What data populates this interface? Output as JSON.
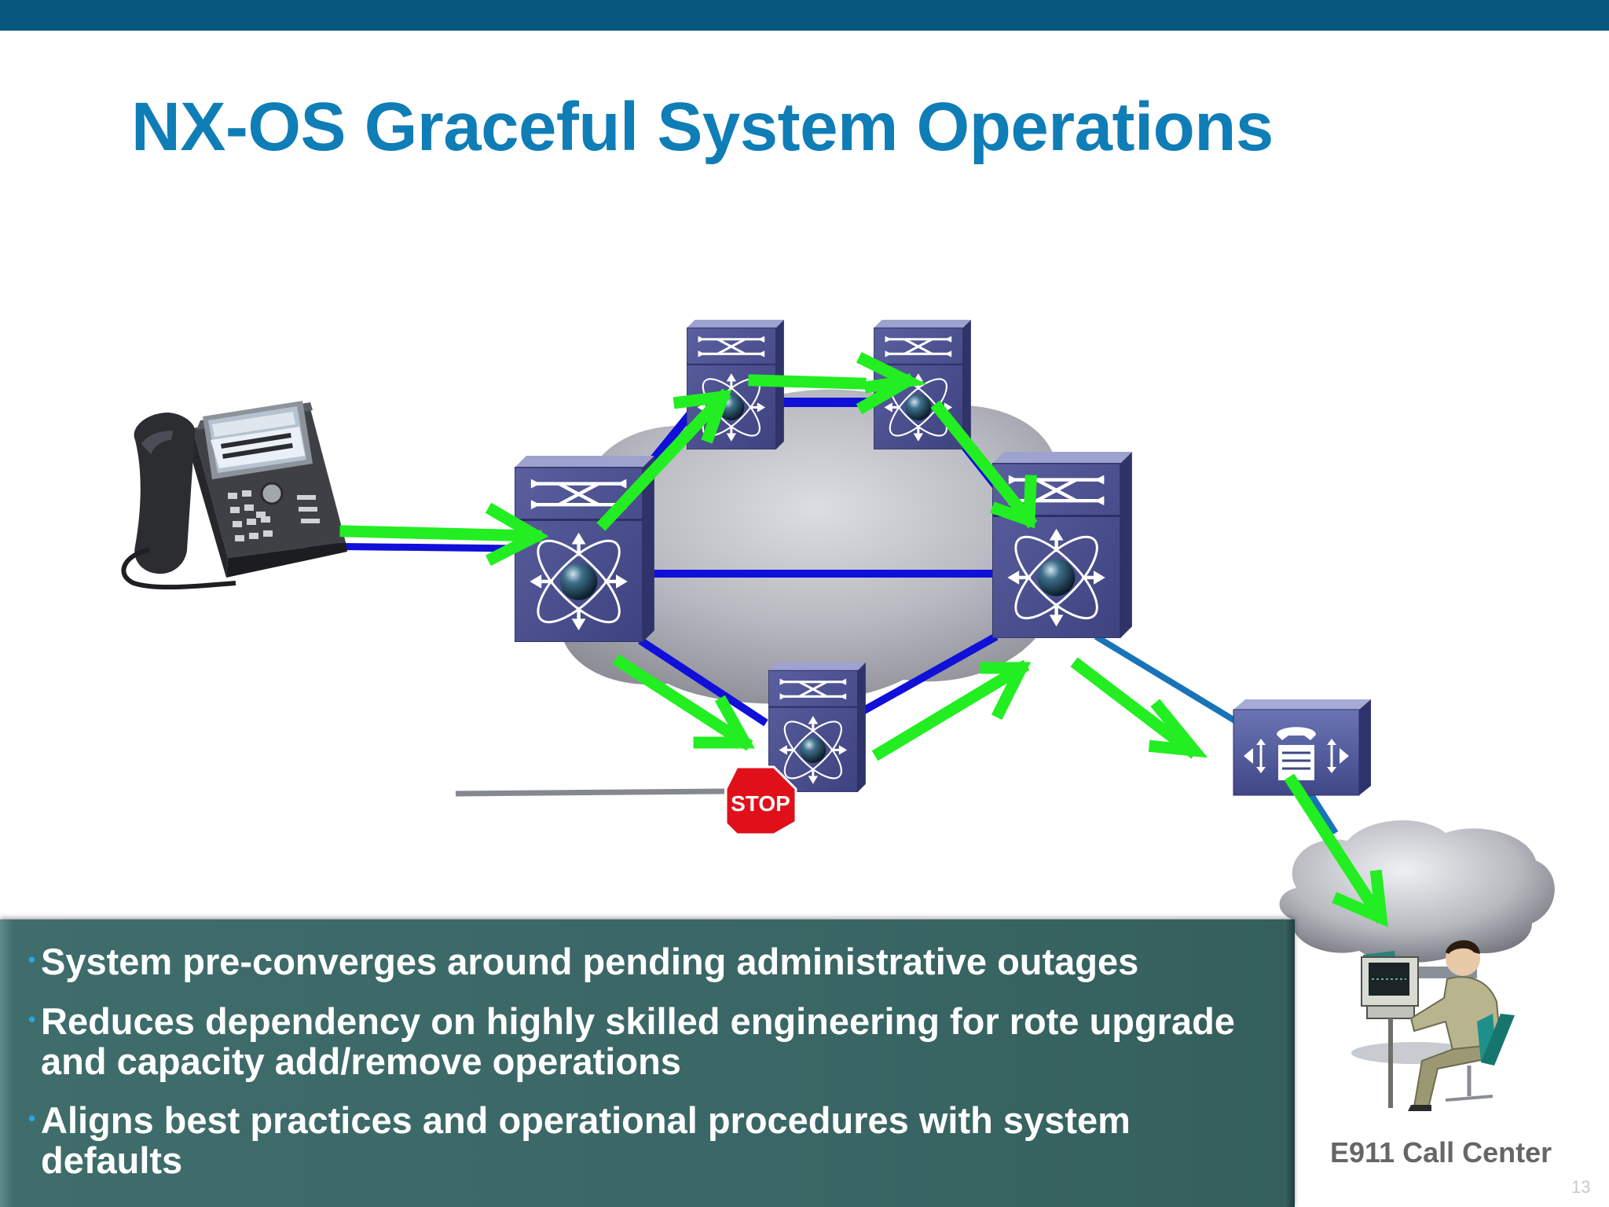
{
  "slide": {
    "title": "NX-OS Graceful System Operations",
    "page_number": "13"
  },
  "bullets": [
    "System pre-converges around pending administrative outages",
    "Reduces dependency on highly skilled engineering for rote upgrade and capacity add/remove operations",
    "Aligns best practices and operational procedures with system defaults"
  ],
  "diagram": {
    "stop_sign": "STOP",
    "call_center_label": "E911 Call Center",
    "icons": [
      "ip-phone-icon",
      "switch-icon",
      "call-manager-icon",
      "cloud-icon",
      "operator-icon",
      "stop-sign-icon"
    ],
    "colors": {
      "header_bar": "#07577f",
      "title": "#0f7db6",
      "link": "#1010d8",
      "flow_arrow": "#22ee22",
      "switch": "#4a4f8f",
      "stop": "#e0101a",
      "panel": "#3a6765"
    }
  }
}
